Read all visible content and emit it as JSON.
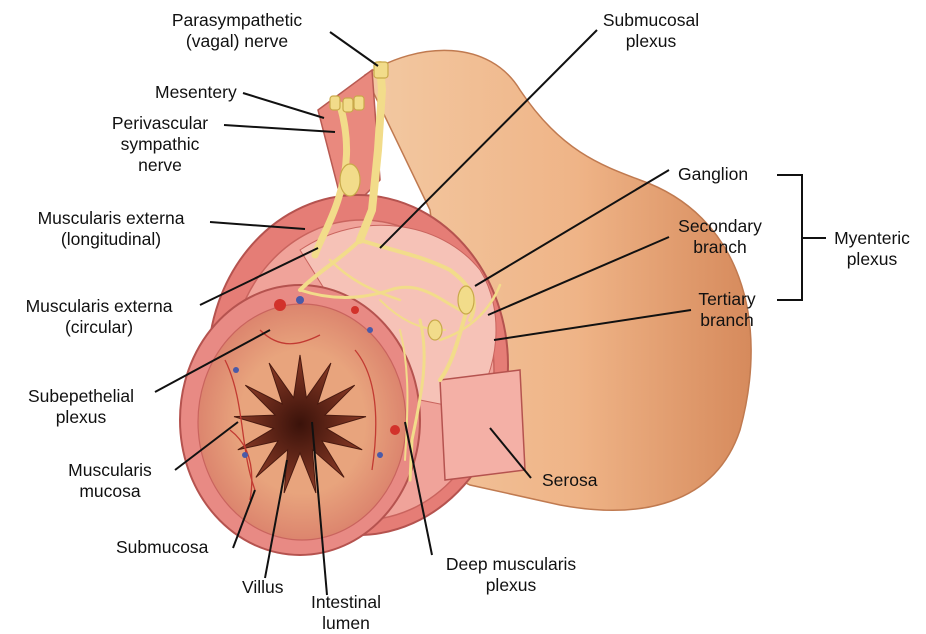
{
  "labels": {
    "parasympathetic": [
      "Parasympathetic",
      "(vagal) nerve"
    ],
    "mesentery": [
      "Mesentery"
    ],
    "perivascular": [
      "Perivascular",
      "sympathic",
      "nerve"
    ],
    "musc_ext_long": [
      "Muscularis externa",
      "(longitudinal)"
    ],
    "musc_ext_circ": [
      "Muscularis externa",
      "(circular)"
    ],
    "subepithelial": [
      "Subepethelial",
      "plexus"
    ],
    "musc_mucosa": [
      "Muscularis",
      "mucosa"
    ],
    "submucosa": [
      "Submucosa"
    ],
    "villus": [
      "Villus"
    ],
    "lumen": [
      "Intestinal",
      "lumen"
    ],
    "deep_musc": [
      "Deep muscularis",
      "plexus"
    ],
    "serosa": [
      "Serosa"
    ],
    "submucosal": [
      "Submucosal",
      "plexus"
    ],
    "ganglion": [
      "Ganglion"
    ],
    "secondary": [
      "Secondary",
      "branch"
    ],
    "tertiary": [
      "Tertiary",
      "branch"
    ],
    "myenteric": [
      "Myenteric",
      "plexus"
    ]
  },
  "colors": {
    "serosa_outer": "#f0b88c",
    "muscle": "#e8857f",
    "muscle_dark": "#c85a58",
    "mucosa": "#e7a07d",
    "lumen": "#6b2a1c",
    "nerve": "#f2dc8a",
    "nerve_stroke": "#c9a94a",
    "leader": "#111111"
  }
}
